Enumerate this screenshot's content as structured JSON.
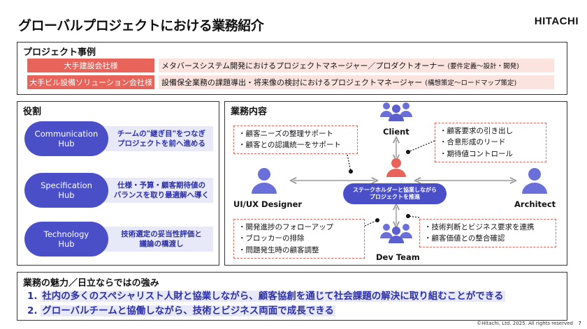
{
  "title": "グローバルプロジェクトにおける業務紹介",
  "logo": "HITACHI",
  "cases": {
    "heading": "プロジェクト事例",
    "items": [
      {
        "client": "大手建設会社様",
        "desc": "メタバースシステム開発におけるプロジェクトマネージャー／プロダクトオーナー",
        "scope": "(要件定義～設計・開発)"
      },
      {
        "client": "大手ビル設備ソリューション会社様",
        "desc": "設備保全業務の課題導出・将来像の検討におけるプロジェクトマネージャー",
        "scope": "(構想策定～ロードマップ策定)"
      }
    ]
  },
  "roles": {
    "heading": "役割",
    "items": [
      {
        "name": "Communication\nHub",
        "desc": "チームの\"継ぎ目\"をつなぎ\nプロジェクトを前へ進める"
      },
      {
        "name": "Specification\nHub",
        "desc": "仕様・予算・顧客期待値の\nバランスを取り最適解へ導く"
      },
      {
        "name": "Technology\nHub",
        "desc": "技術選定の妥当性評価と\n議論の橋渡し"
      }
    ]
  },
  "work": {
    "heading": "業務内容",
    "hub_label": "ステークホルダーと協業しながら\nプロジェクトを推進",
    "nodes": {
      "client": "Client",
      "designer": "UI/UX Designer",
      "architect": "Architect",
      "dev": "Dev Team"
    },
    "notes": {
      "client_left": [
        "顧客ニーズの整理サポート",
        "顧客との認識統一をサポート"
      ],
      "client_right": [
        "顧客要求の引き出し",
        "合意形成のリード",
        "期待値コントロール"
      ],
      "dev_left": [
        "開発進捗のフォローアップ",
        "ブロッカーの排除",
        "問題発生時の顧客調整"
      ],
      "dev_right": [
        "技術判断とビジネス要求を連携",
        "顧客価値との整合確認"
      ]
    }
  },
  "appeal": {
    "heading": "業務の魅力／日立ならではの強み",
    "items": [
      {
        "num": "1.",
        "text": "社内の多くのスペシャリスト人財と協業しながら、顧客協創を通じて社会課題の解決に取り組むことができる"
      },
      {
        "num": "2.",
        "text": "グローバルチームと協働しながら、技術とビジネス両面で成長できる"
      }
    ]
  },
  "footer": "©Hitachi, Ltd. 2025. All rights reserved",
  "page": "7",
  "colors": {
    "accent_red": "#e8645a",
    "accent_blue": "#4a4fc8",
    "light_blue": "#e7e8f8",
    "light_red": "#fbe3df"
  }
}
